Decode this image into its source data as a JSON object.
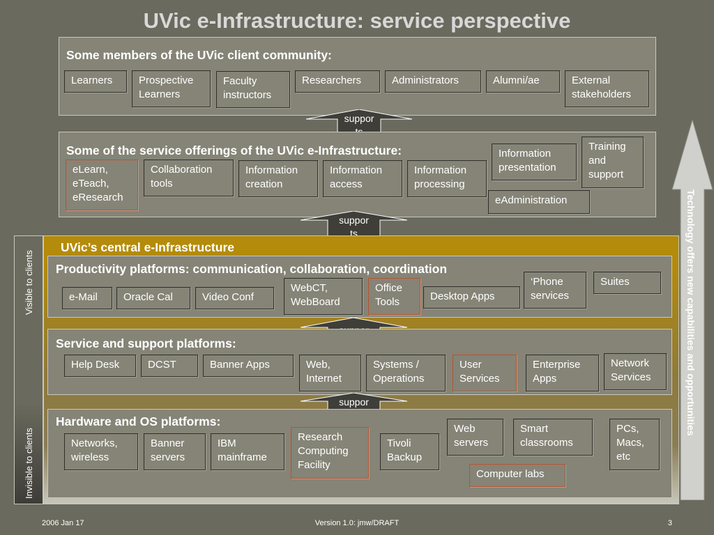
{
  "title": "UVic e-Infrastructure: service perspective",
  "clients": {
    "heading": "Some members of the UVic client community:",
    "items": [
      {
        "label": "Learners"
      },
      {
        "label": "Prospective\nLearners"
      },
      {
        "label": "Faculty\ninstructors"
      },
      {
        "label": "Researchers"
      },
      {
        "label": "Administrators"
      },
      {
        "label": "Alumni/ae"
      },
      {
        "label": "External\nstakeholders"
      }
    ]
  },
  "services": {
    "heading": "Some of the service offerings of the UVic e-Infrastructure:",
    "items": [
      {
        "label": "eLearn,\neTeach,\neResearch"
      },
      {
        "label": "Collaboration\ntools"
      },
      {
        "label": "Information\ncreation"
      },
      {
        "label": "Information\naccess"
      },
      {
        "label": "Information\nprocessing"
      },
      {
        "label": "Information\npresentation"
      },
      {
        "label": "Training\nand\nsupport"
      },
      {
        "label": "eAdministration"
      }
    ]
  },
  "supports_label": "suppor\nts",
  "core": {
    "heading": "UVic’s central e-Infrastructure",
    "visible_label": "Visible to clients",
    "invisible_label": "Invisible to clients"
  },
  "productivity": {
    "heading": "Productivity platforms: communication, collaboration, coordination",
    "items": [
      {
        "label": "e-Mail"
      },
      {
        "label": "Oracle Cal"
      },
      {
        "label": "Video Conf"
      },
      {
        "label": "WebCT,\nWebBoard"
      },
      {
        "label": "Office\nTools"
      },
      {
        "label": "Desktop Apps"
      },
      {
        "label": "‘Phone\nservices"
      },
      {
        "label": "Suites"
      }
    ]
  },
  "service_support": {
    "heading": "Service and support platforms:",
    "items": [
      {
        "label": "Help Desk"
      },
      {
        "label": "DCST"
      },
      {
        "label": "Banner Apps"
      },
      {
        "label": "Web,\nInternet"
      },
      {
        "label": "Systems  /\nOperations"
      },
      {
        "label": "User\nServices"
      },
      {
        "label": "Enterprise\nApps"
      },
      {
        "label": "Network\nServices"
      }
    ]
  },
  "hardware": {
    "heading": "Hardware and OS platforms:",
    "items": [
      {
        "label": "Networks,\nwireless"
      },
      {
        "label": "Banner\nservers"
      },
      {
        "label": "IBM\nmainframe"
      },
      {
        "label": "Research\nComputing\nFacility"
      },
      {
        "label": "Tivoli\nBackup"
      },
      {
        "label": "Web\nservers"
      },
      {
        "label": "Smart\nclassrooms"
      },
      {
        "label": "PCs,\nMacs,\netc"
      },
      {
        "label": "Computer labs"
      }
    ]
  },
  "tech_arrow_label": "Technology offers new capabilities and opportunities",
  "footer": {
    "date": "2006 Jan 17",
    "version": "Version 1.0: jmw/DRAFT",
    "page": "3"
  },
  "colors": {
    "background": "#6b6a5e",
    "panel": "#858477",
    "core_header": "#b48b0a",
    "highlight_border": "#b5542f"
  }
}
